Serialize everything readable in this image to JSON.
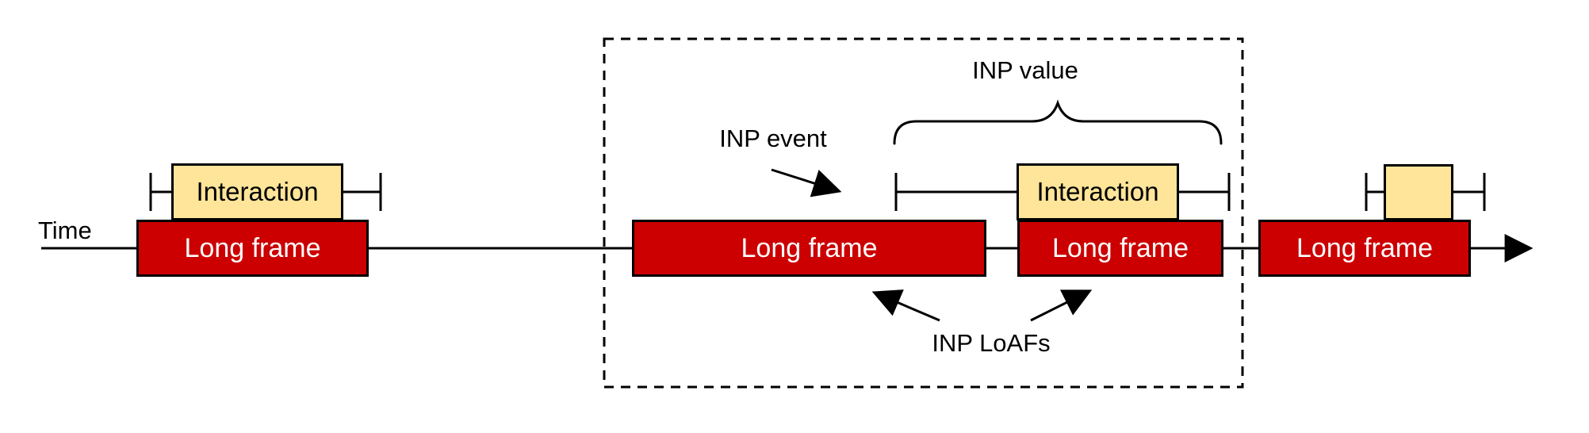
{
  "labels": {
    "time": "Time",
    "inp_event": "INP event",
    "inp_value": "INP value",
    "inp_loafs": "INP LoAFs"
  },
  "frames": [
    {
      "label": "Long frame"
    },
    {
      "label": "Long frame"
    },
    {
      "label": "Long frame"
    },
    {
      "label": "Long frame"
    }
  ],
  "interactions": [
    {
      "label": "Interaction"
    },
    {
      "label": "Interaction"
    },
    {
      "label": ""
    }
  ],
  "colors": {
    "long_frame_fill": "#cc0000",
    "interaction_fill": "#ffe599",
    "outline": "#000000",
    "frame_text": "#ffffff",
    "background": "#ffffff"
  }
}
